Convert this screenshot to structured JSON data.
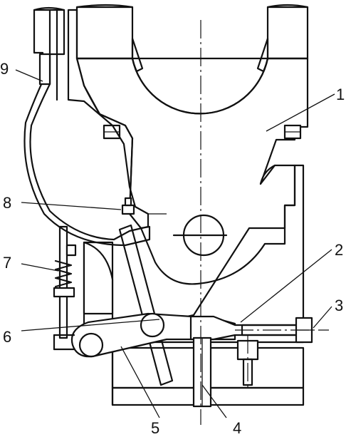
{
  "figure": {
    "labels": [
      {
        "id": "1",
        "text": "1"
      },
      {
        "id": "2",
        "text": "2"
      },
      {
        "id": "3",
        "text": "3"
      },
      {
        "id": "4",
        "text": "4"
      },
      {
        "id": "5",
        "text": "5"
      },
      {
        "id": "6",
        "text": "6"
      },
      {
        "id": "7",
        "text": "7"
      },
      {
        "id": "8",
        "text": "8"
      },
      {
        "id": "9",
        "text": "9"
      }
    ]
  }
}
